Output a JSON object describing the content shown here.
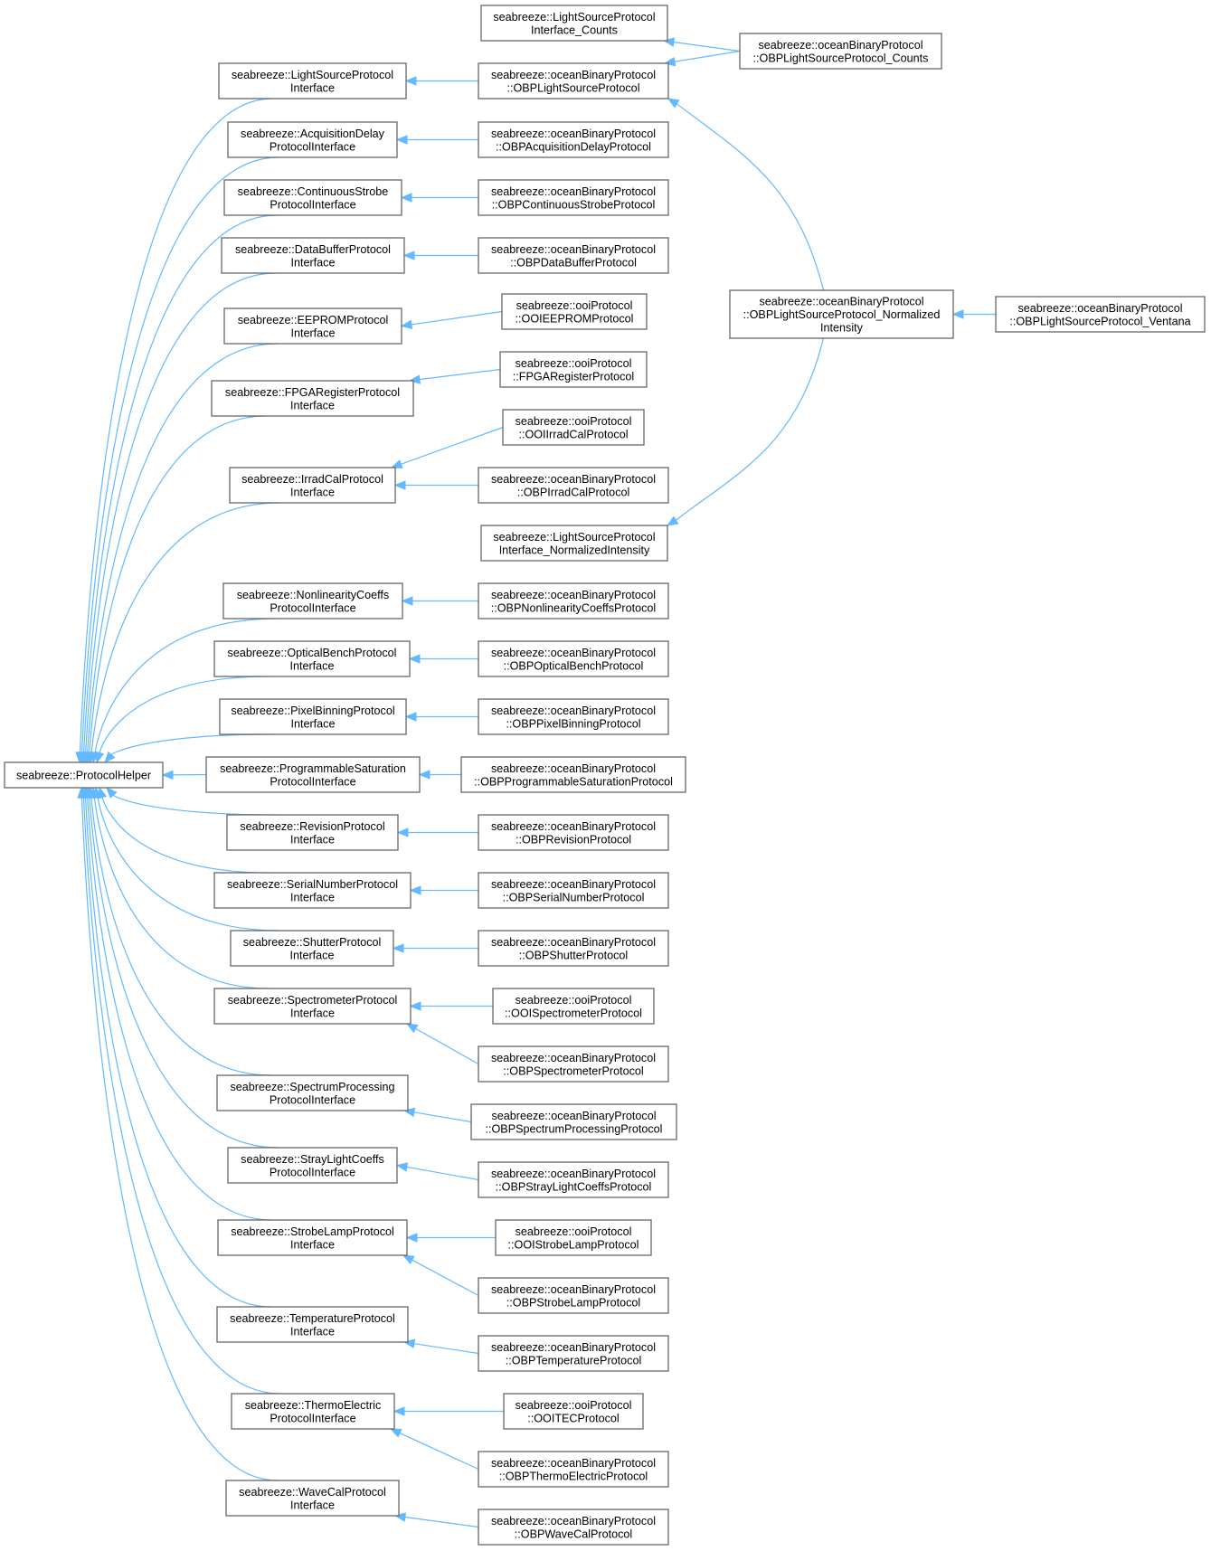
{
  "nodes": {
    "helper": [
      "seabreeze::ProtocolHelper"
    ],
    "ls_if": [
      "seabreeze::LightSourceProtocol",
      "Interface"
    ],
    "ls_counts_if": [
      "seabreeze::LightSourceProtocol",
      "Interface_Counts"
    ],
    "ls_norm_if": [
      "seabreeze::LightSourceProtocol",
      "Interface_NormalizedIntensity"
    ],
    "obp_ls": [
      "seabreeze::oceanBinaryProtocol",
      "::OBPLightSourceProtocol"
    ],
    "obp_ls_counts": [
      "seabreeze::oceanBinaryProtocol",
      "::OBPLightSourceProtocol_Counts"
    ],
    "obp_ls_norm": [
      "seabreeze::oceanBinaryProtocol",
      "::OBPLightSourceProtocol_Normalized",
      "Intensity"
    ],
    "obp_ls_ventana": [
      "seabreeze::oceanBinaryProtocol",
      "::OBPLightSourceProtocol_Ventana"
    ],
    "acq_if": [
      "seabreeze::AcquisitionDelay",
      "ProtocolInterface"
    ],
    "obp_acq": [
      "seabreeze::oceanBinaryProtocol",
      "::OBPAcquisitionDelayProtocol"
    ],
    "cs_if": [
      "seabreeze::ContinuousStrobe",
      "ProtocolInterface"
    ],
    "obp_cs": [
      "seabreeze::oceanBinaryProtocol",
      "::OBPContinuousStrobeProtocol"
    ],
    "db_if": [
      "seabreeze::DataBufferProtocol",
      "Interface"
    ],
    "obp_db": [
      "seabreeze::oceanBinaryProtocol",
      "::OBPDataBufferProtocol"
    ],
    "ee_if": [
      "seabreeze::EEPROMProtocol",
      "Interface"
    ],
    "ooi_ee": [
      "seabreeze::ooiProtocol",
      "::OOIEEPROMProtocol"
    ],
    "fpga_if": [
      "seabreeze::FPGARegisterProtocol",
      "Interface"
    ],
    "ooi_fpga": [
      "seabreeze::ooiProtocol",
      "::FPGARegisterProtocol"
    ],
    "irr_if": [
      "seabreeze::IrradCalProtocol",
      "Interface"
    ],
    "ooi_irr": [
      "seabreeze::ooiProtocol",
      "::OOIIrradCalProtocol"
    ],
    "obp_irr": [
      "seabreeze::oceanBinaryProtocol",
      "::OBPIrradCalProtocol"
    ],
    "nl_if": [
      "seabreeze::NonlinearityCoeffs",
      "ProtocolInterface"
    ],
    "obp_nl": [
      "seabreeze::oceanBinaryProtocol",
      "::OBPNonlinearityCoeffsProtocol"
    ],
    "ob_if": [
      "seabreeze::OpticalBenchProtocol",
      "Interface"
    ],
    "obp_ob": [
      "seabreeze::oceanBinaryProtocol",
      "::OBPOpticalBenchProtocol"
    ],
    "pb_if": [
      "seabreeze::PixelBinningProtocol",
      "Interface"
    ],
    "obp_pb": [
      "seabreeze::oceanBinaryProtocol",
      "::OBPPixelBinningProtocol"
    ],
    "ps_if": [
      "seabreeze::ProgrammableSaturation",
      "ProtocolInterface"
    ],
    "obp_ps": [
      "seabreeze::oceanBinaryProtocol",
      "::OBPProgrammableSaturationProtocol"
    ],
    "rev_if": [
      "seabreeze::RevisionProtocol",
      "Interface"
    ],
    "obp_rev": [
      "seabreeze::oceanBinaryProtocol",
      "::OBPRevisionProtocol"
    ],
    "sn_if": [
      "seabreeze::SerialNumberProtocol",
      "Interface"
    ],
    "obp_sn": [
      "seabreeze::oceanBinaryProtocol",
      "::OBPSerialNumberProtocol"
    ],
    "sh_if": [
      "seabreeze::ShutterProtocol",
      "Interface"
    ],
    "obp_sh": [
      "seabreeze::oceanBinaryProtocol",
      "::OBPShutterProtocol"
    ],
    "sp_if": [
      "seabreeze::SpectrometerProtocol",
      "Interface"
    ],
    "ooi_sp": [
      "seabreeze::ooiProtocol",
      "::OOISpectrometerProtocol"
    ],
    "obp_sp": [
      "seabreeze::oceanBinaryProtocol",
      "::OBPSpectrometerProtocol"
    ],
    "spp_if": [
      "seabreeze::SpectrumProcessing",
      "ProtocolInterface"
    ],
    "obp_spp": [
      "seabreeze::oceanBinaryProtocol",
      "::OBPSpectrumProcessingProtocol"
    ],
    "sl_if": [
      "seabreeze::StrayLightCoeffs",
      "ProtocolInterface"
    ],
    "obp_sl": [
      "seabreeze::oceanBinaryProtocol",
      "::OBPStrayLightCoeffsProtocol"
    ],
    "st_if": [
      "seabreeze::StrobeLampProtocol",
      "Interface"
    ],
    "ooi_st": [
      "seabreeze::ooiProtocol",
      "::OOIStrobeLampProtocol"
    ],
    "obp_st": [
      "seabreeze::oceanBinaryProtocol",
      "::OBPStrobeLampProtocol"
    ],
    "tmp_if": [
      "seabreeze::TemperatureProtocol",
      "Interface"
    ],
    "obp_tmp": [
      "seabreeze::oceanBinaryProtocol",
      "::OBPTemperatureProtocol"
    ],
    "te_if": [
      "seabreeze::ThermoElectric",
      "ProtocolInterface"
    ],
    "ooi_te": [
      "seabreeze::ooiProtocol",
      "::OOITECProtocol"
    ],
    "obp_te": [
      "seabreeze::oceanBinaryProtocol",
      "::OBPThermoElectricProtocol"
    ],
    "wc_if": [
      "seabreeze::WaveCalProtocol",
      "Interface"
    ],
    "obp_wc": [
      "seabreeze::oceanBinaryProtocol",
      "::OBPWaveCalProtocol"
    ]
  },
  "edges": [
    [
      "ls_if",
      "helper"
    ],
    [
      "acq_if",
      "helper"
    ],
    [
      "cs_if",
      "helper"
    ],
    [
      "db_if",
      "helper"
    ],
    [
      "ee_if",
      "helper"
    ],
    [
      "fpga_if",
      "helper"
    ],
    [
      "irr_if",
      "helper"
    ],
    [
      "nl_if",
      "helper"
    ],
    [
      "ob_if",
      "helper"
    ],
    [
      "pb_if",
      "helper"
    ],
    [
      "ps_if",
      "helper"
    ],
    [
      "rev_if",
      "helper"
    ],
    [
      "sn_if",
      "helper"
    ],
    [
      "sh_if",
      "helper"
    ],
    [
      "sp_if",
      "helper"
    ],
    [
      "spp_if",
      "helper"
    ],
    [
      "sl_if",
      "helper"
    ],
    [
      "st_if",
      "helper"
    ],
    [
      "tmp_if",
      "helper"
    ],
    [
      "te_if",
      "helper"
    ],
    [
      "wc_if",
      "helper"
    ],
    [
      "obp_ls",
      "ls_if"
    ],
    [
      "obp_ls_counts",
      "ls_counts_if"
    ],
    [
      "obp_ls_counts",
      "obp_ls"
    ],
    [
      "obp_ls_norm",
      "obp_ls"
    ],
    [
      "obp_ls_norm",
      "ls_norm_if"
    ],
    [
      "obp_ls_ventana",
      "obp_ls_norm"
    ],
    [
      "obp_acq",
      "acq_if"
    ],
    [
      "obp_cs",
      "cs_if"
    ],
    [
      "obp_db",
      "db_if"
    ],
    [
      "ooi_ee",
      "ee_if"
    ],
    [
      "ooi_fpga",
      "fpga_if"
    ],
    [
      "ooi_irr",
      "irr_if"
    ],
    [
      "obp_irr",
      "irr_if"
    ],
    [
      "obp_nl",
      "nl_if"
    ],
    [
      "obp_ob",
      "ob_if"
    ],
    [
      "obp_pb",
      "pb_if"
    ],
    [
      "obp_ps",
      "ps_if"
    ],
    [
      "obp_rev",
      "rev_if"
    ],
    [
      "obp_sn",
      "sn_if"
    ],
    [
      "obp_sh",
      "sh_if"
    ],
    [
      "ooi_sp",
      "sp_if"
    ],
    [
      "obp_sp",
      "sp_if"
    ],
    [
      "obp_spp",
      "spp_if"
    ],
    [
      "obp_sl",
      "sl_if"
    ],
    [
      "ooi_st",
      "st_if"
    ],
    [
      "obp_st",
      "st_if"
    ],
    [
      "obp_tmp",
      "tmp_if"
    ],
    [
      "ooi_te",
      "te_if"
    ],
    [
      "obp_te",
      "te_if"
    ],
    [
      "obp_wc",
      "wc_if"
    ]
  ],
  "colors": {
    "edge": "#63b8ff",
    "box_border": "#666666",
    "box_fill": "#ffffff",
    "text": "#000000"
  }
}
